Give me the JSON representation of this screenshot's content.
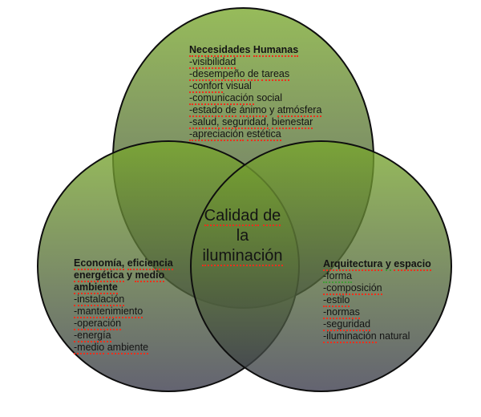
{
  "colors": {
    "circle_fill_top": "#9fc55a",
    "circle_fill_bottom": "#72737c",
    "circle_outline": "#0e0e0e",
    "spellcheck_red": "#ee2f1c",
    "grammar_green": "#3f9b35",
    "text": "#141414",
    "background": "#ffffff"
  },
  "diagram": {
    "type": "venn-3",
    "center": {
      "lines": [
        [
          {
            "t": "Calidad",
            "s": "r"
          },
          {
            "t": " ",
            "s": ""
          },
          {
            "t": "de",
            "s": "r"
          }
        ],
        [
          {
            "t": "la",
            "s": ""
          }
        ],
        [
          {
            "t": "iluminación",
            "s": "r"
          }
        ]
      ]
    },
    "circles": [
      {
        "name": "necesidades-humanas",
        "title_lines": [
          [
            {
              "t": "Necesidades",
              "s": "r"
            },
            {
              "t": " ",
              "s": ""
            },
            {
              "t": "Humanas",
              "s": "r"
            }
          ]
        ],
        "items": [
          [
            {
              "t": "-visibilidad",
              "s": "r"
            }
          ],
          [
            {
              "t": "-desempeño",
              "s": "r"
            },
            {
              "t": " ",
              "s": ""
            },
            {
              "t": "de",
              "s": "r"
            },
            {
              "t": " ",
              "s": ""
            },
            {
              "t": "tareas",
              "s": "r"
            }
          ],
          [
            {
              "t": "-confort",
              "s": "r"
            },
            {
              "t": " visual",
              "s": ""
            }
          ],
          [
            {
              "t": "-comunicación",
              "s": "r"
            },
            {
              "t": " social",
              "s": ""
            }
          ],
          [
            {
              "t": "-estado",
              "s": "r"
            },
            {
              "t": " ",
              "s": ""
            },
            {
              "t": "de",
              "s": "r"
            },
            {
              "t": " ",
              "s": ""
            },
            {
              "t": "ánimo",
              "s": "r"
            },
            {
              "t": " y ",
              "s": ""
            },
            {
              "t": "atmósfera",
              "s": "r"
            }
          ],
          [
            {
              "t": "-salud,",
              "s": "r"
            },
            {
              "t": " ",
              "s": ""
            },
            {
              "t": "seguridad,",
              "s": "r"
            },
            {
              "t": " ",
              "s": ""
            },
            {
              "t": "bienestar",
              "s": "r"
            }
          ],
          [
            {
              "t": "-apreciación",
              "s": "r"
            },
            {
              "t": " ",
              "s": ""
            },
            {
              "t": "estética",
              "s": "r"
            }
          ]
        ]
      },
      {
        "name": "economia-eficiencia-energetica-y-medio-ambiente",
        "title_lines": [
          [
            {
              "t": "Economía,",
              "s": "r"
            },
            {
              "t": " ",
              "s": ""
            },
            {
              "t": "eficiencia",
              "s": "r"
            }
          ],
          [
            {
              "t": "energética",
              "s": "r"
            },
            {
              "t": " y ",
              "s": ""
            },
            {
              "t": "medio",
              "s": "r"
            }
          ],
          [
            {
              "t": "ambiente",
              "s": "r"
            }
          ]
        ],
        "items": [
          [
            {
              "t": "-instalación",
              "s": "r"
            }
          ],
          [
            {
              "t": "-mantenimiento",
              "s": "r"
            }
          ],
          [
            {
              "t": "-operación",
              "s": "r"
            }
          ],
          [
            {
              "t": "-energía",
              "s": "r"
            }
          ],
          [
            {
              "t": "-medio",
              "s": "r"
            },
            {
              "t": " ",
              "s": ""
            },
            {
              "t": "ambiente",
              "s": "r"
            }
          ]
        ]
      },
      {
        "name": "arquitectura-y-espacio",
        "title_lines": [
          [
            {
              "t": "Arquitectura",
              "s": "r"
            },
            {
              "t": " ",
              "s": ""
            },
            {
              "t": "y",
              "s": "g"
            },
            {
              "t": " ",
              "s": ""
            },
            {
              "t": "espacio",
              "s": "r"
            }
          ]
        ],
        "items": [
          [
            {
              "t": "-forma",
              "s": "g"
            }
          ],
          [
            {
              "t": "-composición",
              "s": "r"
            }
          ],
          [
            {
              "t": "-estilo",
              "s": "r"
            }
          ],
          [
            {
              "t": "-normas",
              "s": "r"
            }
          ],
          [
            {
              "t": "-seguridad",
              "s": "r"
            }
          ],
          [
            {
              "t": "-iluminación",
              "s": "r"
            },
            {
              "t": " natural",
              "s": ""
            }
          ]
        ]
      }
    ]
  }
}
